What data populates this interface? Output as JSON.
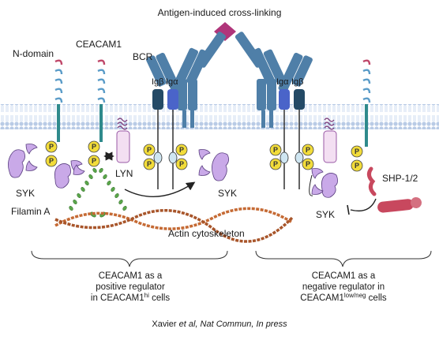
{
  "labels": {
    "top": "Antigen-induced cross-linking",
    "n_domain": "N-domain",
    "ceacam1": "CEACAM1",
    "bcr": "BCR",
    "ig_b_left": "Igβ",
    "ig_a_left": "Igα",
    "ig_a_right": "Igα",
    "ig_b_right": "Igβ",
    "lyn": "LYN",
    "syk_left": "SYK",
    "syk_mid": "SYK",
    "syk_right": "SYK",
    "shp": "SHP-1/2",
    "filamin": "Filamin A",
    "actin": "Actin cytoskeleton",
    "phospho": "P"
  },
  "captions": {
    "left_line1": "CEACAM1 as a",
    "left_line2": "positive regulator",
    "left_line3_pre": "in CEACAM1",
    "left_line3_sup": "hi",
    "left_line3_post": " cells",
    "right_line1": "CEACAM1 as a",
    "right_line2": "negative regulator in",
    "right_line3_pre": "CEACAM1",
    "right_line3_sup": "low/neg",
    "right_line3_post": " cells"
  },
  "citation": {
    "author": "Xavier ",
    "etal": "et al",
    "rest": ", Nat Commun, In press"
  },
  "colors": {
    "receptor_blue": "#4f7fa8",
    "ceacam_teal": "#2f8a8c",
    "n_domain_pink": "#c0486a",
    "membrane": "#b9cbe6",
    "phospho_yellow": "#f2dc3a",
    "syk_purple": "#c9a9e8",
    "filamin_green": "#5aa64a",
    "actin_orange": "#c56a34",
    "shp_pink": "#c8485e",
    "antigen": "#b0357a"
  }
}
